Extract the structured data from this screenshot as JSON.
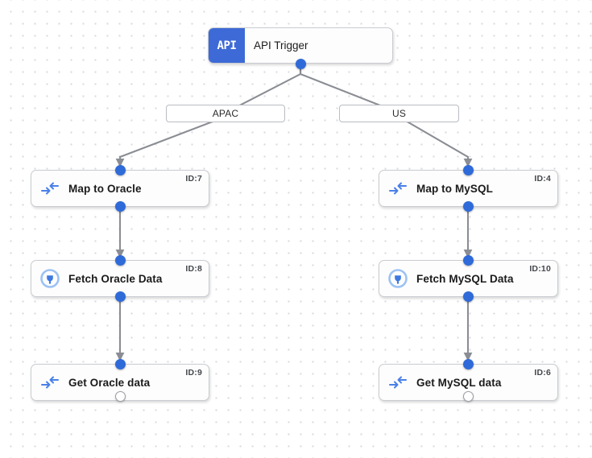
{
  "canvas": {
    "background": "#ffffff",
    "grid_dot_color": "#d9d9dd",
    "accent_color": "#2f6ad9",
    "edge_color": "#8a8d93"
  },
  "trigger": {
    "badge_text": "API",
    "badge_color": "#3d6ad6",
    "title": "API Trigger",
    "icon": "api-badge"
  },
  "branches": [
    {
      "label": "APAC"
    },
    {
      "label": "US"
    }
  ],
  "nodes": [
    {
      "label": "Map to Oracle",
      "id_text": "ID:7",
      "icon": "mapping-arrows-icon",
      "column": "left"
    },
    {
      "label": "Fetch Oracle Data",
      "id_text": "ID:8",
      "icon": "database-connector-icon",
      "column": "left"
    },
    {
      "label": "Get Oracle data",
      "id_text": "ID:9",
      "icon": "mapping-arrows-icon",
      "column": "left"
    },
    {
      "label": "Map to MySQL",
      "id_text": "ID:4",
      "icon": "mapping-arrows-icon",
      "column": "right"
    },
    {
      "label": "Fetch MySQL Data",
      "id_text": "ID:10",
      "icon": "database-connector-icon",
      "column": "right"
    },
    {
      "label": "Get MySQL data",
      "id_text": "ID:6",
      "icon": "mapping-arrows-icon",
      "column": "right"
    }
  ]
}
